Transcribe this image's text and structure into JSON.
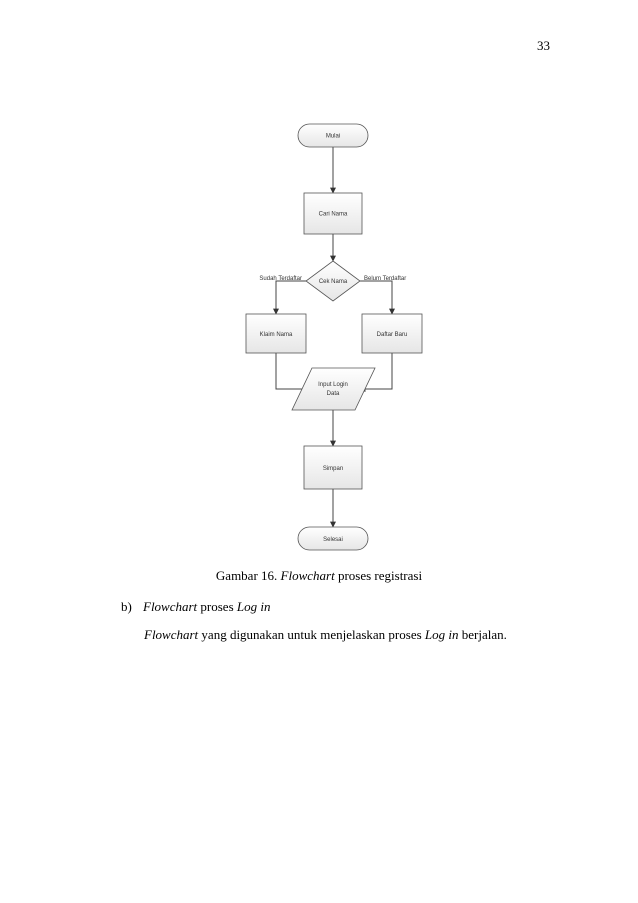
{
  "page_number": "33",
  "flowchart": {
    "nodes": {
      "start": "Mulai",
      "search": "Cari Nama",
      "decision": "Cek Nama",
      "claim": "Klaim Nama",
      "register": "Daftar Baru",
      "input_line1": "Input Login",
      "input_line2": "Data",
      "save": "Simpan",
      "end": "Selesai"
    },
    "edges": {
      "left_branch": "Sudah Terdaftar",
      "right_branch": "Belum Terdaftar"
    }
  },
  "caption": {
    "prefix": "Gambar 16. ",
    "italic": "Flowchart",
    "suffix": " proses registrasi"
  },
  "subheading": {
    "marker": "b)",
    "italic1": "Flowchart",
    "text": " proses ",
    "italic2": "Log in"
  },
  "paragraph": {
    "italic1": "Flowchart",
    "text1": " yang digunakan untuk menjelaskan proses ",
    "italic2": "Log in",
    "text2": " berjalan."
  }
}
